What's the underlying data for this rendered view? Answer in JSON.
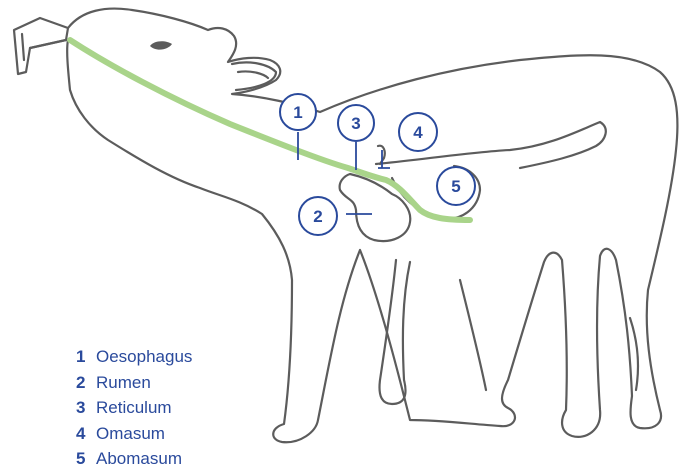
{
  "colors": {
    "outline": "#5c5c5c",
    "feeding_tube": "#a9d48a",
    "accent": "#2a4a9c"
  },
  "callouts": [
    {
      "number": "1",
      "label": "Oesophagus"
    },
    {
      "number": "2",
      "label": "Rumen"
    },
    {
      "number": "3",
      "label": "Reticulum"
    },
    {
      "number": "4",
      "label": "Omasum"
    },
    {
      "number": "5",
      "label": "Abomasum"
    }
  ]
}
